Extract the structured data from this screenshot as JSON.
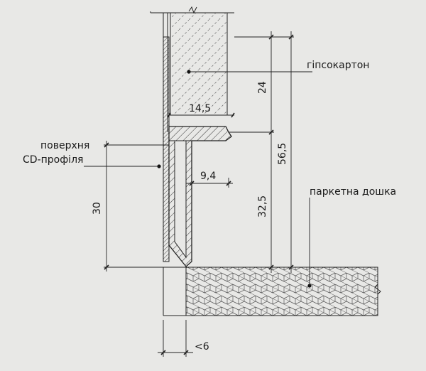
{
  "labels": {
    "drywall": "гіпсокартон",
    "surface_line1": "поверхня",
    "surface_line2": "CD-профіля",
    "parquet": "паркетна дошка"
  },
  "dimensions": {
    "d_14_5": "14,5",
    "d_24": "24",
    "d_56_5": "56,5",
    "d_9_4": "9,4",
    "d_32_5": "32,5",
    "d_30": "30",
    "d_lt6": "<6"
  },
  "colors": {
    "background": "#e8e8e6",
    "line": "#222222"
  }
}
